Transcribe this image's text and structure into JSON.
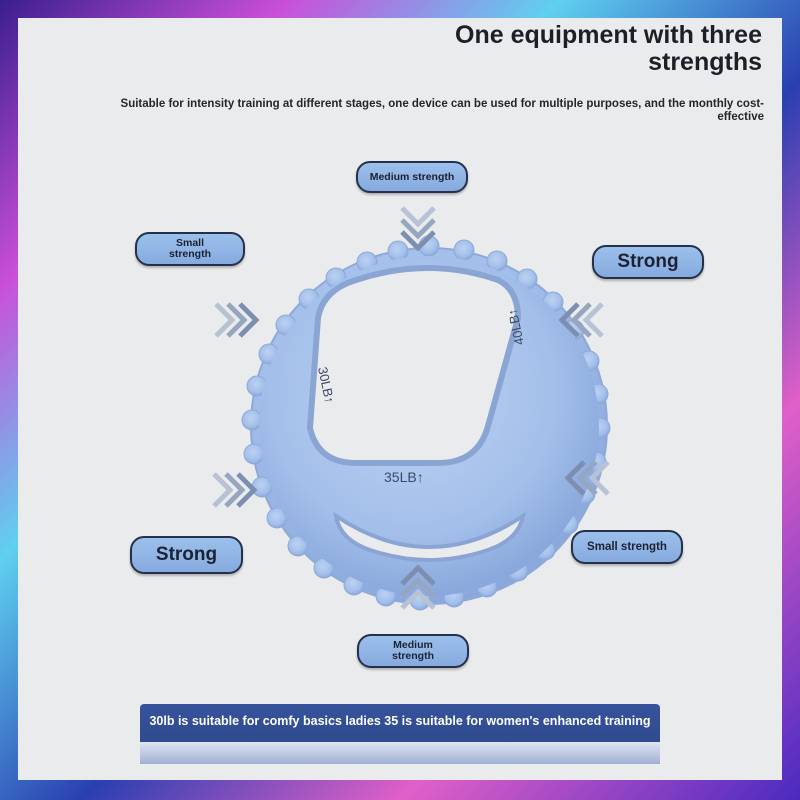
{
  "header": {
    "title": "One equipment with three strengths",
    "subtitle": "Suitable for intensity training at different stages, one device can be used for multiple purposes, and the monthly cost-effective"
  },
  "labels": {
    "top": "Medium strength",
    "top_left": "Small strength",
    "top_right": "Strong",
    "bottom_left": "Strong",
    "bottom_right": "Small strength",
    "bottom": "Medium strength"
  },
  "product": {
    "left_marking": "30LB↑",
    "right_marking": "40LB↑",
    "center_marking": "35LB↑",
    "color": "#a7c2ec"
  },
  "banner": {
    "text": "30lb is suitable for comfy basics ladies 35 is suitable for women's enhanced training"
  }
}
